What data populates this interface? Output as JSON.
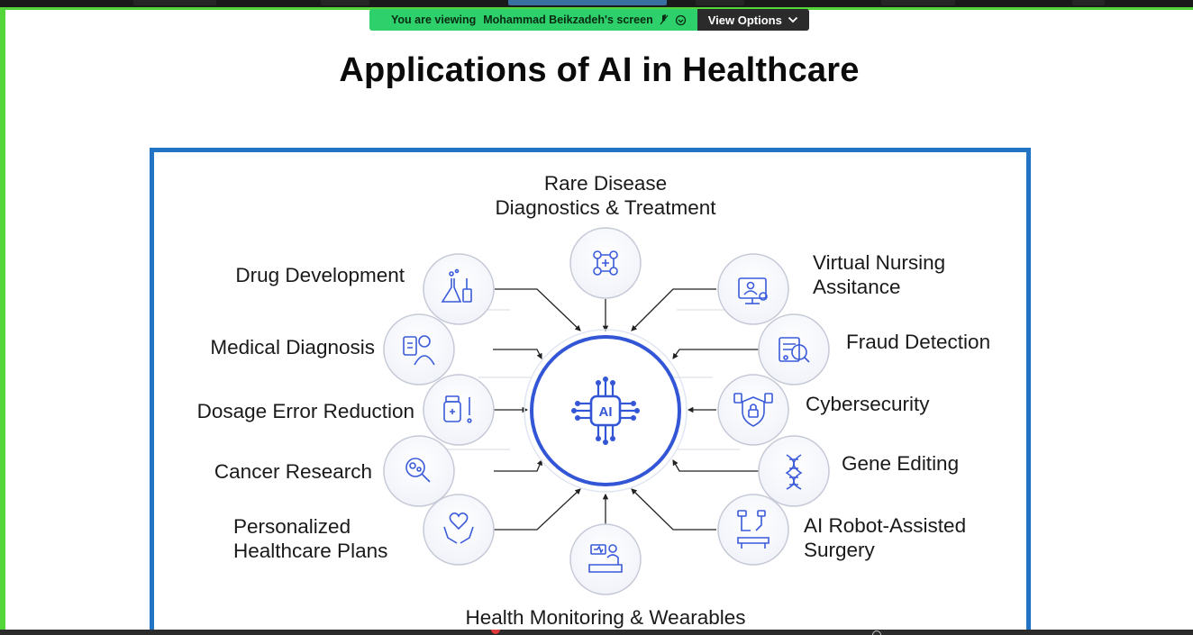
{
  "meeting": {
    "viewing_prefix": "You are viewing",
    "presenter": "Mohammad Beikzadeh's screen",
    "view_options": "View Options"
  },
  "slide": {
    "title": "Applications of AI in Healthcare",
    "center_icon_text": "AI"
  },
  "diagram": {
    "top": "Rare Disease\nDiagnostics & Treatment",
    "left": [
      "Drug Development",
      "Medical Diagnosis",
      "Dosage Error Reduction",
      "Cancer Research",
      "Personalized\nHealthcare Plans"
    ],
    "right": [
      "Virtual Nursing\nAssitance",
      "Fraud Detection",
      "Cybersecurity",
      "Gene Editing",
      "AI Robot-Assisted\nSurgery"
    ],
    "bottom": "Health Monitoring & Wearables"
  },
  "colors": {
    "accent": "#2273c3",
    "share_border": "#54d63a",
    "viewing_green": "#2ed06b",
    "icon_stroke": "#3a5bd9",
    "circle_stroke": "#c5c9d6"
  },
  "icons": {
    "mic": "mic-icon",
    "chevron": "chevron-down-icon"
  }
}
